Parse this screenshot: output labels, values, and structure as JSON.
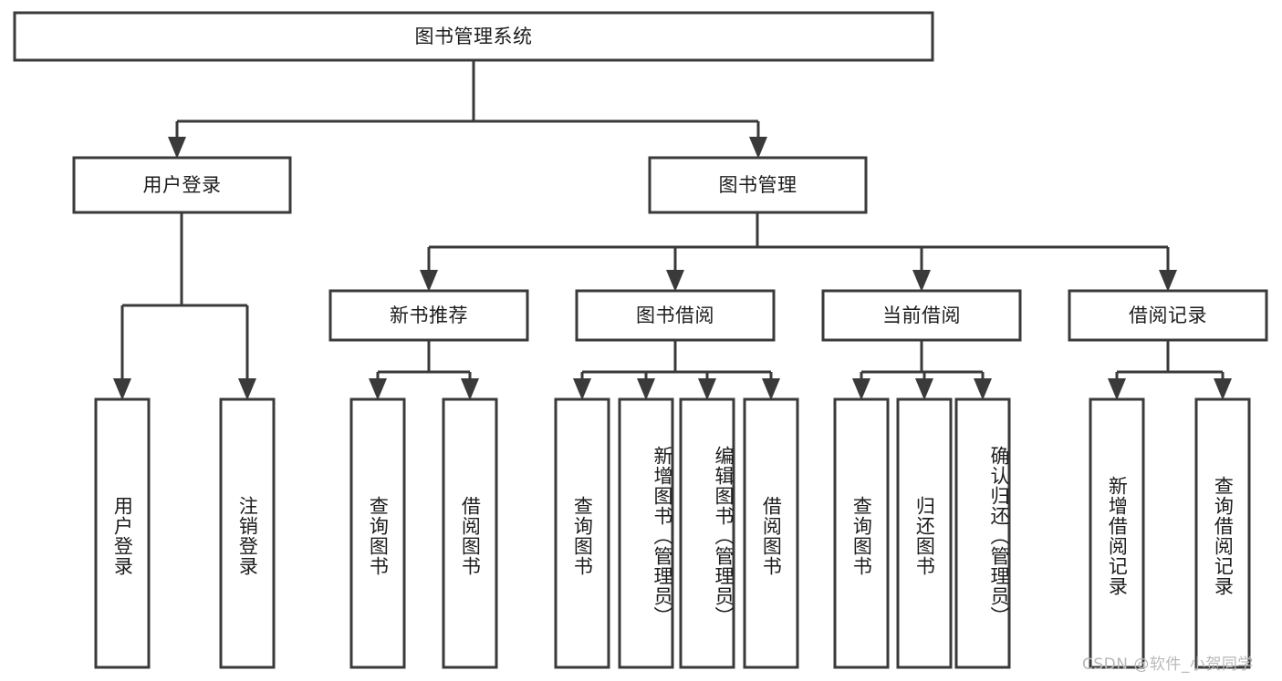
{
  "diagram": {
    "type": "tree-hierarchy",
    "title": "图书管理系统",
    "orientation": "top-down",
    "colors": {
      "stroke": "#3a3a3a",
      "fill": "#ffffff",
      "text": "#1c1c1c",
      "watermark": "#b9b9b9"
    },
    "levels": [
      {
        "level": 0,
        "nodes": [
          {
            "id": "root",
            "label": "图书管理系统",
            "orientation": "horizontal"
          }
        ]
      },
      {
        "level": 1,
        "nodes": [
          {
            "id": "login",
            "label": "用户登录",
            "orientation": "horizontal",
            "parent": "root"
          },
          {
            "id": "bookmgmt",
            "label": "图书管理",
            "orientation": "horizontal",
            "parent": "root"
          }
        ]
      },
      {
        "level": 2,
        "nodes": [
          {
            "id": "newbook",
            "label": "新书推荐",
            "orientation": "horizontal",
            "parent": "bookmgmt"
          },
          {
            "id": "borrow",
            "label": "图书借阅",
            "orientation": "horizontal",
            "parent": "bookmgmt"
          },
          {
            "id": "current",
            "label": "当前借阅",
            "orientation": "horizontal",
            "parent": "bookmgmt"
          },
          {
            "id": "record",
            "label": "借阅记录",
            "orientation": "horizontal",
            "parent": "bookmgmt"
          }
        ]
      },
      {
        "level": 3,
        "nodes": [
          {
            "id": "leaf-1",
            "label": "用户登录",
            "orientation": "vertical",
            "parent": "login"
          },
          {
            "id": "leaf-2",
            "label": "注销登录",
            "orientation": "vertical",
            "parent": "login"
          },
          {
            "id": "leaf-3",
            "label": "查询图书",
            "orientation": "vertical",
            "parent": "newbook"
          },
          {
            "id": "leaf-4",
            "label": "借阅图书",
            "orientation": "vertical",
            "parent": "newbook"
          },
          {
            "id": "leaf-5",
            "label": "查询图书",
            "orientation": "vertical",
            "parent": "borrow"
          },
          {
            "id": "leaf-6",
            "label": "新增图书（管理员）",
            "orientation": "vertical",
            "parent": "borrow"
          },
          {
            "id": "leaf-7",
            "label": "编辑图书（管理员）",
            "orientation": "vertical",
            "parent": "borrow"
          },
          {
            "id": "leaf-8",
            "label": "借阅图书",
            "orientation": "vertical",
            "parent": "borrow"
          },
          {
            "id": "leaf-9",
            "label": "查询图书",
            "orientation": "vertical",
            "parent": "current"
          },
          {
            "id": "leaf-10",
            "label": "归还图书",
            "orientation": "vertical",
            "parent": "current"
          },
          {
            "id": "leaf-11",
            "label": "确认归还（管理员）",
            "orientation": "vertical",
            "parent": "current"
          },
          {
            "id": "leaf-12",
            "label": "新增借阅记录",
            "orientation": "vertical",
            "parent": "record"
          },
          {
            "id": "leaf-13",
            "label": "查询借阅记录",
            "orientation": "vertical",
            "parent": "record"
          }
        ]
      }
    ],
    "watermark": "CSDN @软件_小贺同学"
  }
}
